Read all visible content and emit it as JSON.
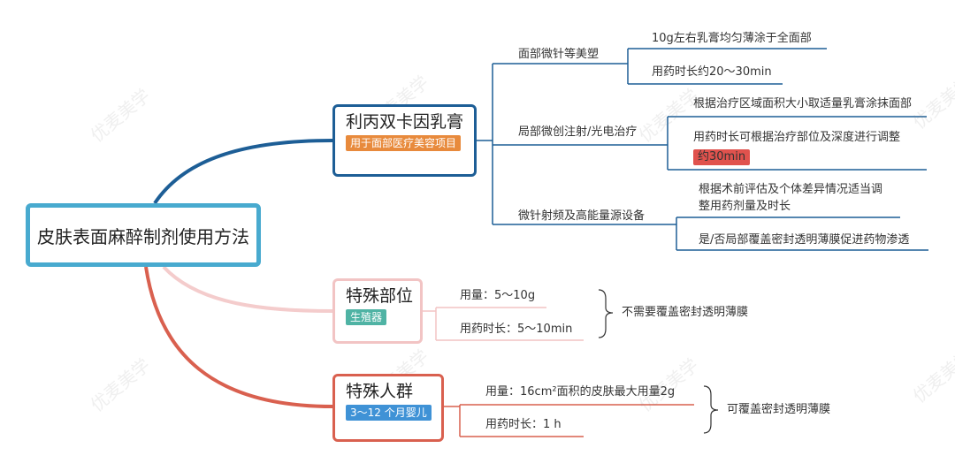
{
  "root": {
    "title": "皮肤表面麻醉制剂使用方法"
  },
  "branches": {
    "lidocaine": {
      "title": "利丙双卡因乳膏",
      "tag": "用于面部医疗美容项目",
      "items": [
        {
          "label": "面部微针等美塑",
          "details": [
            "10g左右乳膏均匀薄涂于全面部",
            "用药时长约20～30min"
          ]
        },
        {
          "label": "局部微创注射/光电治疗",
          "details": [
            "根据治疗区域面积大小取适量乳膏涂抹面部",
            "用药时长可根据治疗部位及深度进行调整"
          ],
          "highlight": "约30min"
        },
        {
          "label": "微针射频及高能量源设备",
          "details": [
            "根据术前评估及个体差异情况适当调",
            "整用药剂量及时长",
            "是/否局部覆盖密封透明薄膜促进药物渗透"
          ]
        }
      ]
    },
    "special_site": {
      "title": "特殊部位",
      "tag": "生殖器",
      "items": [
        "用量：5～10g",
        "用药时长：5～10min"
      ],
      "note": "不需要覆盖密封透明薄膜"
    },
    "special_group": {
      "title": "特殊人群",
      "tag": "3～12 个月婴儿",
      "items": [
        "用量：16cm²面积的皮肤最大用量2g",
        "用药时长：1 h"
      ],
      "note": "可覆盖密封透明薄膜"
    }
  },
  "watermark": "优麦美学",
  "colors": {
    "root_border": "#48aacf",
    "branch1": "#1d5e96",
    "branch2": "#f2c4c4",
    "branch3": "#d9604f"
  }
}
